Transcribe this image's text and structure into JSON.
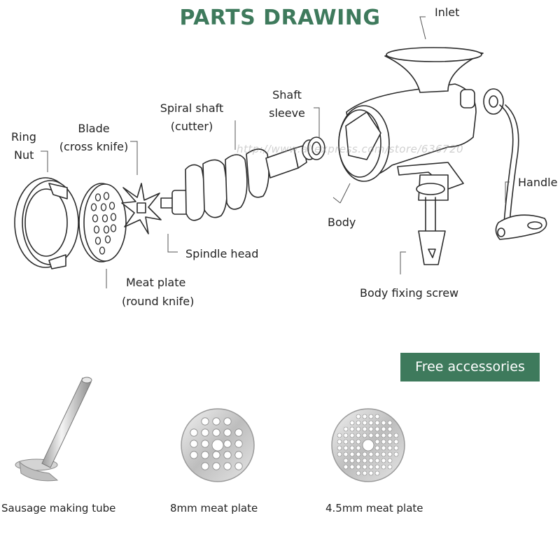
{
  "title": "PARTS DRAWING",
  "watermark": "http://www.aliexpress.com/store/636720",
  "labels": {
    "inlet": "Inlet",
    "shaft_sleeve_1": "Shaft",
    "shaft_sleeve_2": "sleeve",
    "spiral_shaft_1": "Spiral shaft",
    "spiral_shaft_2": "(cutter)",
    "blade_1": "Blade",
    "blade_2": "(cross knife)",
    "ring_nut_1": "Ring",
    "ring_nut_2": "Nut",
    "handle": "Handle",
    "body": "Body",
    "spindle_head": "Spindle head",
    "meat_plate_1": "Meat plate",
    "meat_plate_2": "(round knife)",
    "body_fixing_screw": "Body fixing screw"
  },
  "accessories": {
    "badge": "Free accessories",
    "items": [
      {
        "label": "Sausage making tube"
      },
      {
        "label": "8mm meat plate"
      },
      {
        "label": "4.5mm meat plate"
      }
    ]
  },
  "colors": {
    "brand_green": "#3e7a5c",
    "line": "#2b2b2b",
    "metal": "#c9c9c9"
  }
}
